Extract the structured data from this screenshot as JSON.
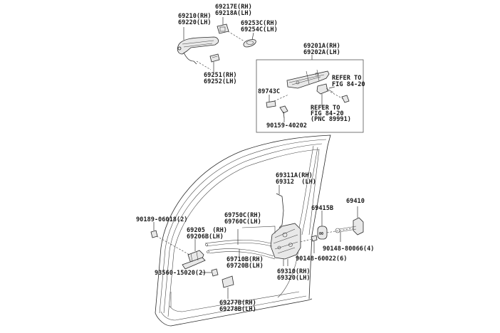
{
  "diagram": {
    "type": "exploded parts diagram",
    "subject": "Front door lock & handle assembly",
    "parts": [
      {
        "id": "handle_outer",
        "lines": [
          "69210(RH)",
          "69220(LH)"
        ]
      },
      {
        "id": "handle_cap",
        "lines": [
          "69217E(RH)",
          "69218A(LH)"
        ]
      },
      {
        "id": "handle_pad",
        "lines": [
          "69253C(RH)",
          "69254C(LH)"
        ]
      },
      {
        "id": "handle_bracket_cover",
        "lines": [
          "69251(RH)",
          "69252(LH)"
        ]
      },
      {
        "id": "frame_assy",
        "lines": [
          "69201A(RH)",
          "69202A(LH)"
        ]
      },
      {
        "id": "clip_89743",
        "lines": [
          "89743C"
        ]
      },
      {
        "id": "refer_1",
        "lines": [
          "REFER TO",
          "FIG 84-20"
        ]
      },
      {
        "id": "refer_2",
        "lines": [
          "REFER TO",
          "FIG 84-20",
          "(PNC 89991)"
        ]
      },
      {
        "id": "screw_90159",
        "lines": [
          "90159-40202"
        ]
      },
      {
        "id": "rod_69311",
        "lines": [
          "69311A(RH)",
          "69312  (LH)"
        ]
      },
      {
        "id": "striker_cover",
        "lines": [
          "69415B"
        ]
      },
      {
        "id": "striker",
        "lines": [
          "69410"
        ]
      },
      {
        "id": "clip_90189",
        "lines": [
          "90189-06018(2)"
        ]
      },
      {
        "id": "inside_handle",
        "lines": [
          "69205  (RH)",
          "69206B(LH)"
        ]
      },
      {
        "id": "cable_69750",
        "lines": [
          "69750C(RH)",
          "69760C(LH)"
        ]
      },
      {
        "id": "cable_69710",
        "lines": [
          "69710B(RH)",
          "69720B(LH)"
        ]
      },
      {
        "id": "screw_93560",
        "lines": [
          "93560-15020(2)"
        ]
      },
      {
        "id": "screw_90148_80066",
        "lines": [
          "90148-80066(4)"
        ]
      },
      {
        "id": "screw_90148_60022",
        "lines": [
          "90148-60022(6)"
        ]
      },
      {
        "id": "lock_assy",
        "lines": [
          "69310(RH)",
          "69320(LH)"
        ]
      },
      {
        "id": "protector",
        "lines": [
          "69277B(RH)",
          "69278B(LH)"
        ]
      }
    ]
  }
}
